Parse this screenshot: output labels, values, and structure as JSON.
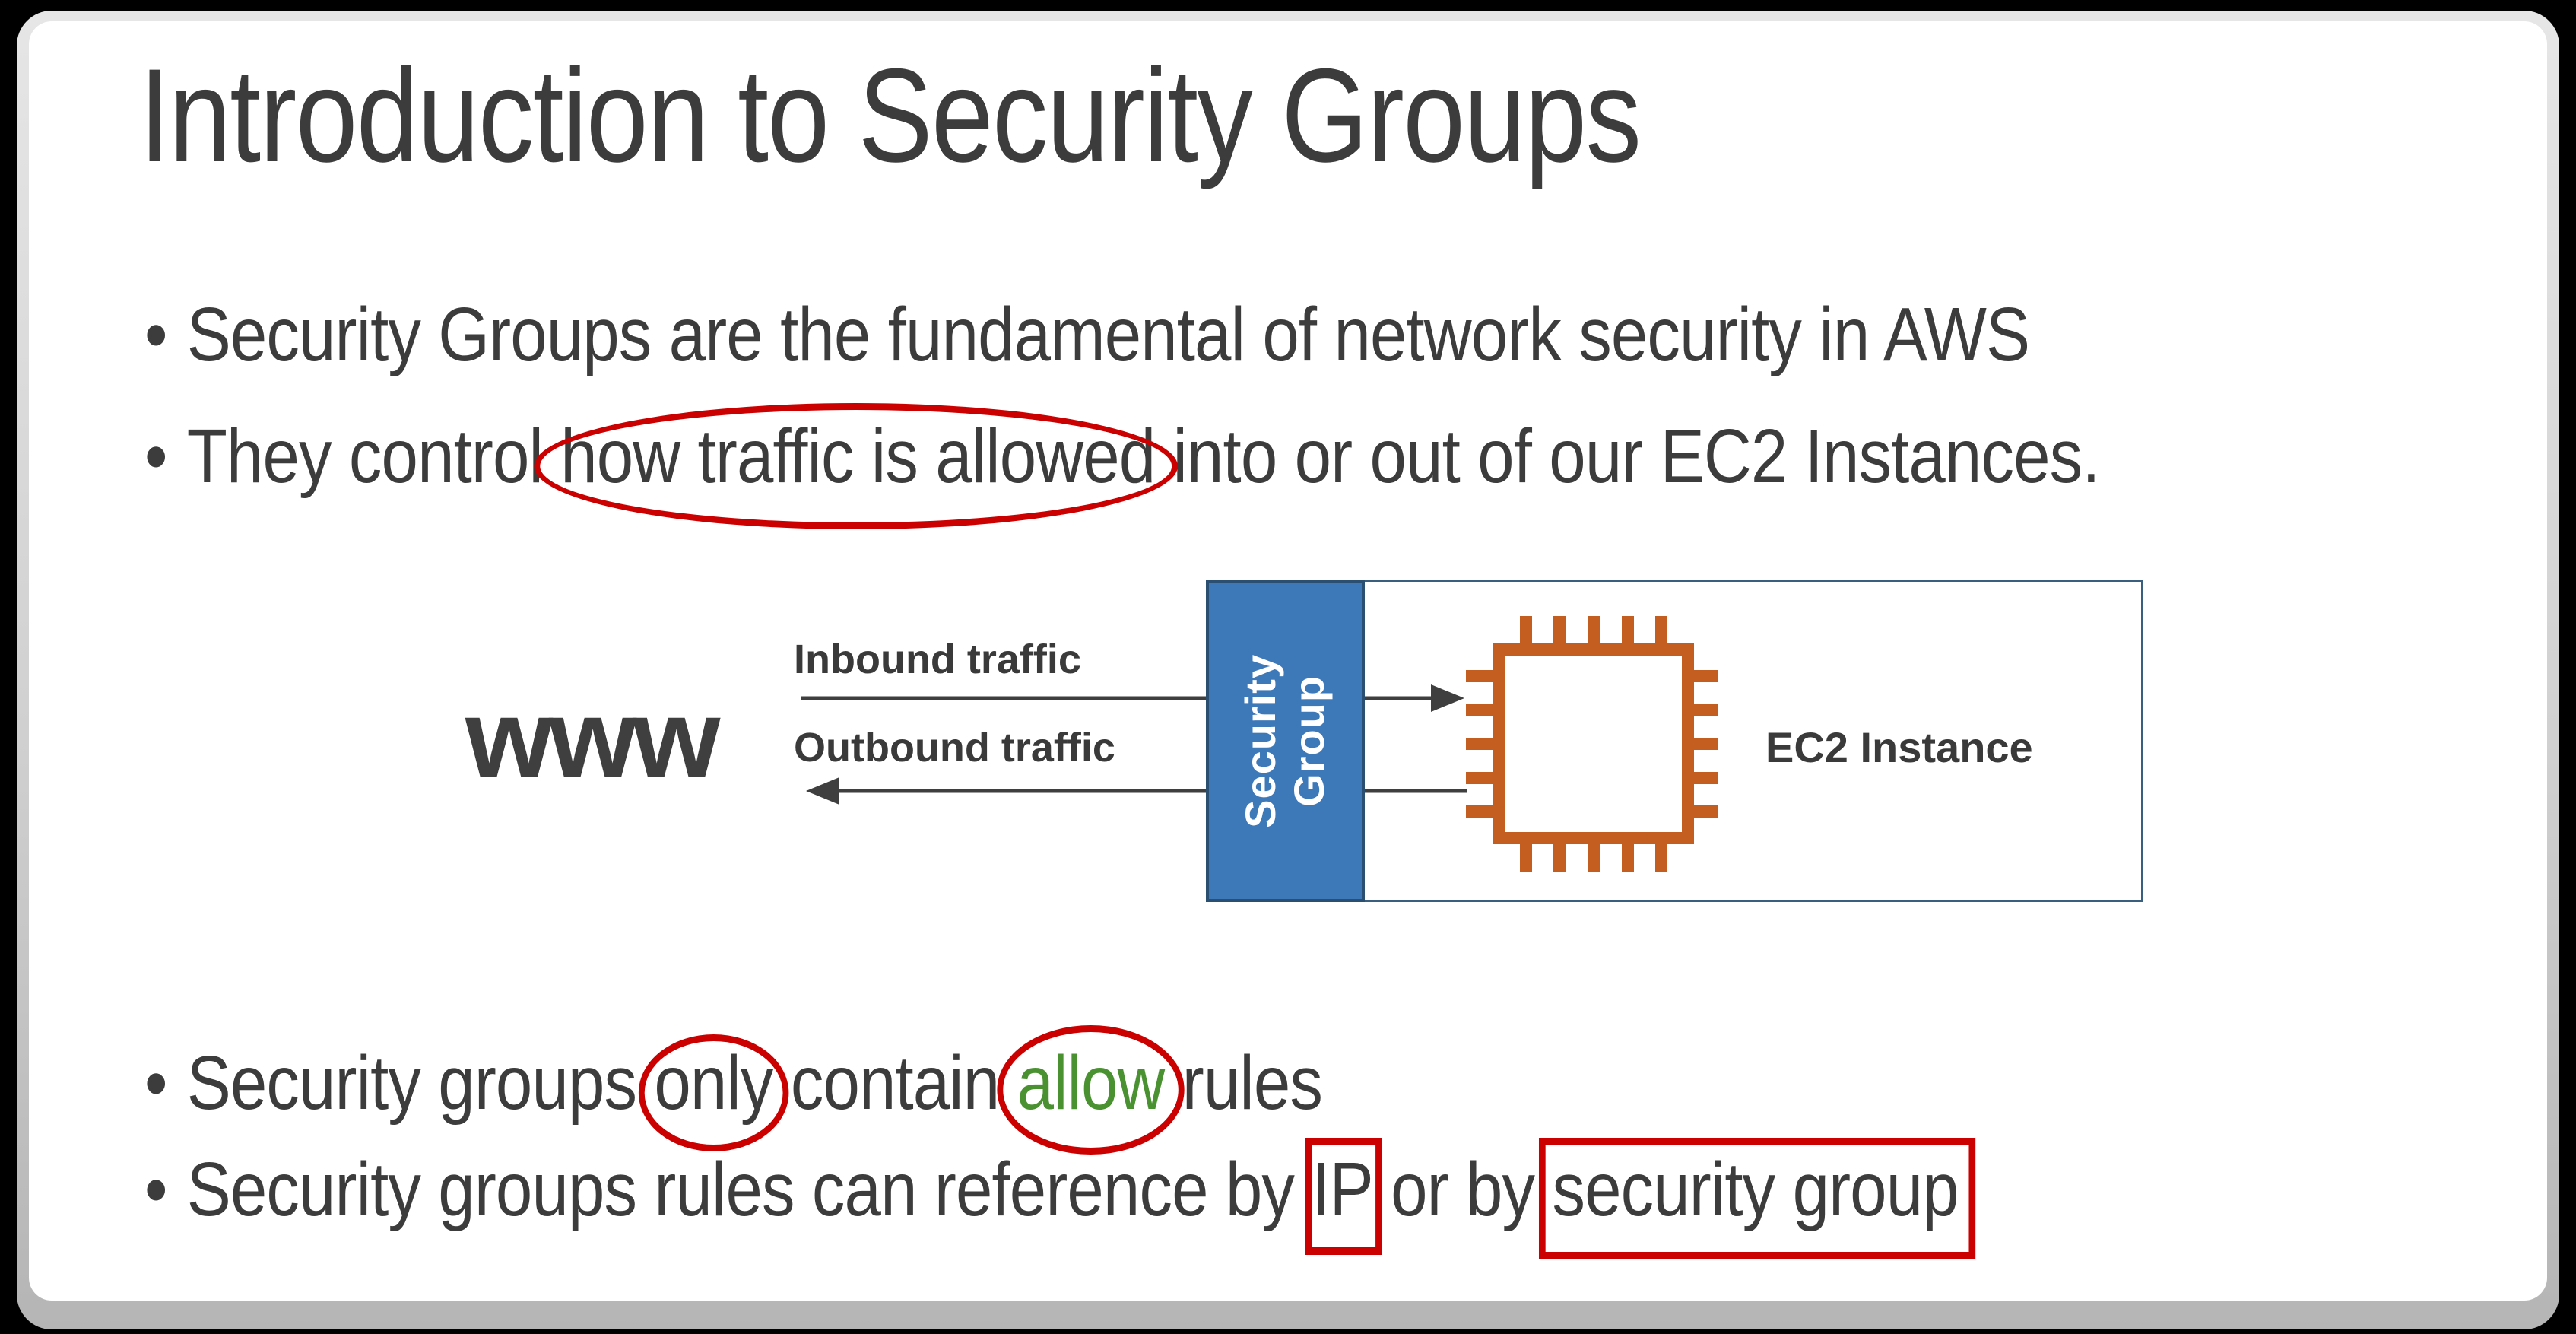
{
  "slide": {
    "title": "Introduction to Security Groups",
    "bullet_char": "•",
    "bullets": {
      "b1": "Security Groups are the fundamental of network security in AWS",
      "b2_pre": "They control ",
      "b2_circled": "how traffic is allowed",
      "b2_post": " into or out of our EC2 Instances.",
      "b3_pre": "Security groups ",
      "b3_circled_only": "only",
      "b3_mid": " contain ",
      "b3_circled_allow": "allow",
      "b3_post": " rules",
      "b4_pre": "Security groups rules can reference by ",
      "b4_boxed_ip": "IP",
      "b4_mid": " or by ",
      "b4_boxed_sg": "security group"
    }
  },
  "diagram": {
    "www_label": "www",
    "inbound_label": "Inbound traffic",
    "outbound_label": "Outbound traffic",
    "security_group_label": "Security Group",
    "ec2_instance_label": "EC2 Instance"
  },
  "colors": {
    "body_text": "#3C3C3C",
    "annotation_red": "#CB0000",
    "allow_green": "#4A9231",
    "security_group_blue": "#3D79B8",
    "security_group_border": "#2B4F70",
    "chip_orange": "#C45D20",
    "instance_box_border": "#3A5E7E",
    "arrow_gray": "#3F3F3F",
    "slide_background": "#FFFFFF",
    "page_background": "#000000"
  }
}
